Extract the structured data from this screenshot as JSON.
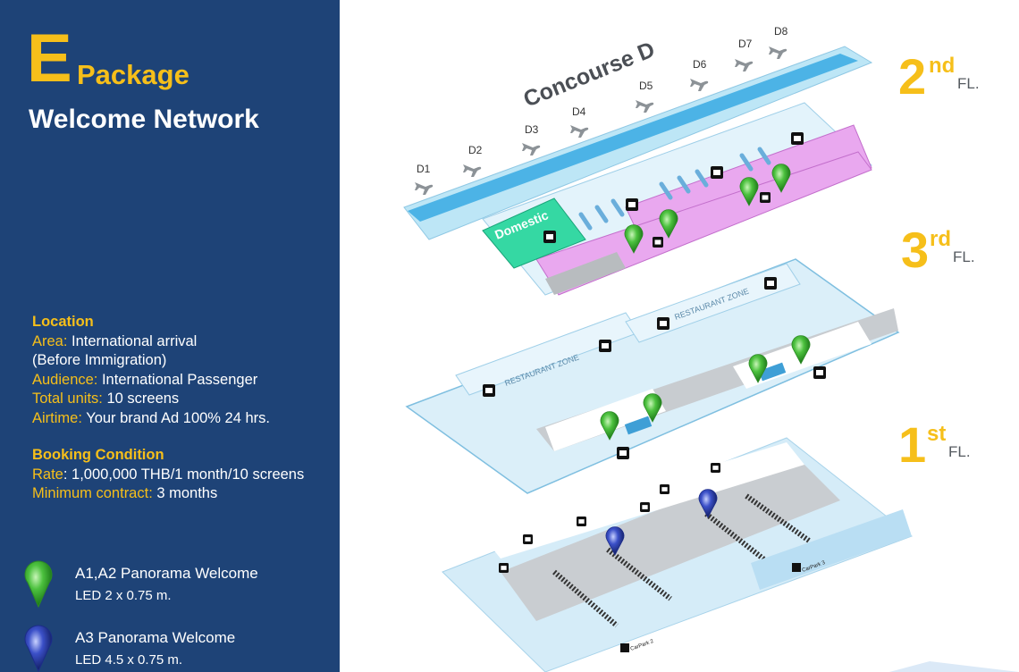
{
  "header": {
    "letter": "E",
    "package": "Package",
    "subtitle": "Welcome Network"
  },
  "location": {
    "heading": "Location",
    "area_label": "Area:",
    "area_value": " International arrival",
    "area_note": "(Before Immigration)",
    "audience_label": "Audience:",
    "audience_value": " International Passenger",
    "units_label": "Total units:",
    "units_value": " 10 screens",
    "airtime_label": "Airtime:",
    "airtime_value": " Your brand Ad 100% 24 hrs."
  },
  "booking": {
    "heading": "Booking Condition",
    "rate_label": "Rate",
    "rate_value": ": 1,000,000 THB/1 month/10 screens",
    "min_label": "Minimum contract:",
    "min_value": " 3 months"
  },
  "legend": [
    {
      "title": "A1,A2 Panorama Welcome",
      "size": "LED 2 x 0.75 m.",
      "color": "#4cc13e"
    },
    {
      "title": "A3 Panorama Welcome",
      "size": "LED 4.5 x 0.75 m.",
      "color": "#2a3fb0"
    }
  ],
  "floors": [
    {
      "num": "2",
      "sup": "nd",
      "suffix": "FL."
    },
    {
      "num": "3",
      "sup": "rd",
      "suffix": "FL."
    },
    {
      "num": "1",
      "sup": "st",
      "suffix": "FL."
    }
  ],
  "map": {
    "concourse": "Concourse D",
    "domestic": "Domestic",
    "gates": [
      "D1",
      "D2",
      "D3",
      "D4",
      "D5",
      "D6",
      "D7",
      "D8"
    ],
    "restaurant_zone": "RESTAURANT ZONE",
    "carpark_2": "CarPark 2",
    "carpark_3": "CarPark 3"
  },
  "colors": {
    "panel": "#1e4377",
    "accent": "#f6bf1a",
    "green_pin": "#4cc13e",
    "blue_pin": "#2a3fb0",
    "floor_blue": "#cfe9f7",
    "domestic_green": "#35d8a3",
    "pink": "#e9a8ef"
  }
}
